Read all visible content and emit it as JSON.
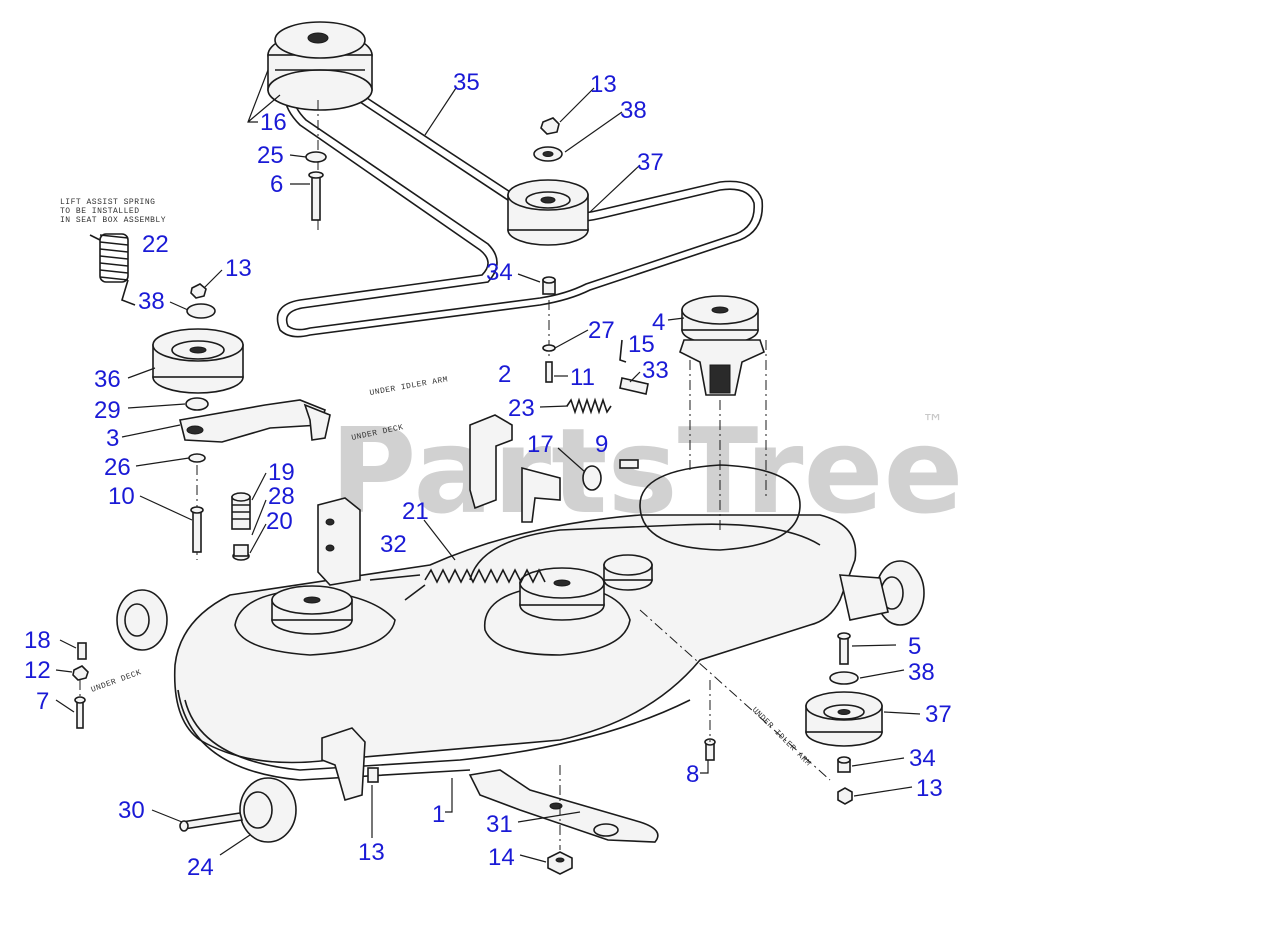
{
  "diagram": {
    "watermark": "PartsTree",
    "trademark": "™",
    "notes": {
      "lift_assist_line1": "LIFT ASSIST SPRING",
      "lift_assist_line2": "TO BE INSTALLED",
      "lift_assist_line3": "IN SEAT BOX ASSEMBLY",
      "under_idler_arm": "UNDER IDLER ARM",
      "under_deck_1": "UNDER DECK",
      "under_deck_2": "UNDER DECK",
      "under_idler_arm_2": "UNDER IDLER ARM"
    },
    "callouts": [
      {
        "id": "c35",
        "label": "35"
      },
      {
        "id": "c13a",
        "label": "13"
      },
      {
        "id": "c38a",
        "label": "38"
      },
      {
        "id": "c16",
        "label": "16"
      },
      {
        "id": "c37a",
        "label": "37"
      },
      {
        "id": "c25",
        "label": "25"
      },
      {
        "id": "c6",
        "label": "6"
      },
      {
        "id": "c22",
        "label": "22"
      },
      {
        "id": "c13b",
        "label": "13"
      },
      {
        "id": "c34a",
        "label": "34"
      },
      {
        "id": "c38b",
        "label": "38"
      },
      {
        "id": "c27",
        "label": "27"
      },
      {
        "id": "c4",
        "label": "4"
      },
      {
        "id": "c15",
        "label": "15"
      },
      {
        "id": "c36",
        "label": "36"
      },
      {
        "id": "c2",
        "label": "2"
      },
      {
        "id": "c11",
        "label": "11"
      },
      {
        "id": "c33",
        "label": "33"
      },
      {
        "id": "c29",
        "label": "29"
      },
      {
        "id": "c23",
        "label": "23"
      },
      {
        "id": "c3",
        "label": "3"
      },
      {
        "id": "c17",
        "label": "17"
      },
      {
        "id": "c9",
        "label": "9"
      },
      {
        "id": "c26",
        "label": "26"
      },
      {
        "id": "c19",
        "label": "19"
      },
      {
        "id": "c10",
        "label": "10"
      },
      {
        "id": "c28",
        "label": "28"
      },
      {
        "id": "c21",
        "label": "21"
      },
      {
        "id": "c20",
        "label": "20"
      },
      {
        "id": "c32",
        "label": "32"
      },
      {
        "id": "c18",
        "label": "18"
      },
      {
        "id": "c5",
        "label": "5"
      },
      {
        "id": "c12",
        "label": "12"
      },
      {
        "id": "c38c",
        "label": "38"
      },
      {
        "id": "c7",
        "label": "7"
      },
      {
        "id": "c37b",
        "label": "37"
      },
      {
        "id": "c34b",
        "label": "34"
      },
      {
        "id": "c8",
        "label": "8"
      },
      {
        "id": "c13c",
        "label": "13"
      },
      {
        "id": "c30",
        "label": "30"
      },
      {
        "id": "c1",
        "label": "1"
      },
      {
        "id": "c31",
        "label": "31"
      },
      {
        "id": "c13d",
        "label": "13"
      },
      {
        "id": "c14",
        "label": "14"
      },
      {
        "id": "c24",
        "label": "24"
      }
    ],
    "colors": {
      "callout": "#1a1ad6",
      "line": "#1b1b1b",
      "watermark": "#c9c9c9",
      "background": "#ffffff"
    }
  }
}
